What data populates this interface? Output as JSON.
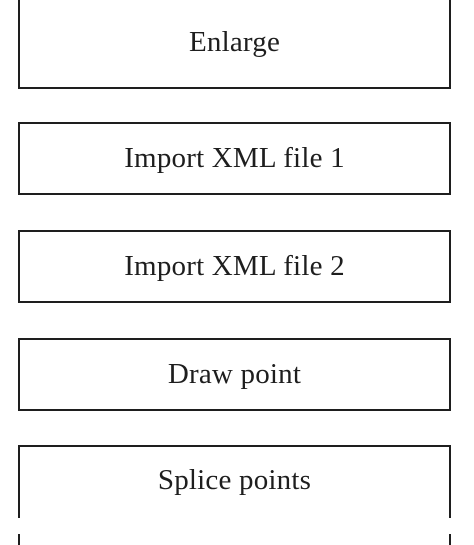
{
  "buttons": [
    {
      "label": "Enlarge"
    },
    {
      "label": "Import XML file 1"
    },
    {
      "label": "Import XML file 2"
    },
    {
      "label": "Draw point"
    },
    {
      "label": "Splice points"
    }
  ]
}
